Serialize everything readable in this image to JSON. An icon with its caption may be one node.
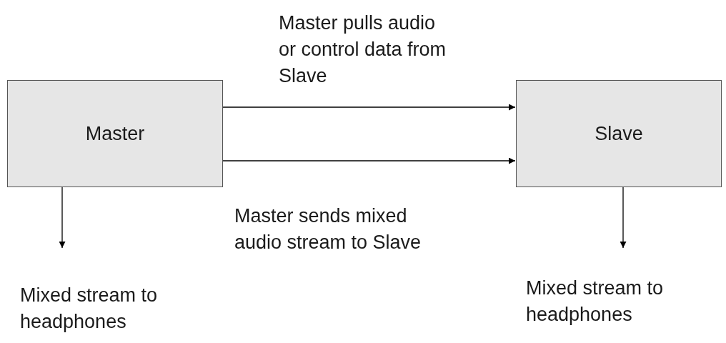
{
  "diagram": {
    "nodes": [
      {
        "text": [
          "Master"
        ]
      },
      {
        "text": [
          "Slave"
        ]
      },
      {
        "text": [
          "Mixed stream to headphones"
        ]
      },
      {
        "text": [
          "Mixed stream to headphones"
        ]
      }
    ],
    "edges": [
      {
        "from": 0,
        "to": 1,
        "arrow": "to",
        "label": "Master pulls audio or control data from Slave"
      },
      {
        "from": 0,
        "to": 1,
        "arrow": "to",
        "label": "Master sends mixed audio stream to Slave"
      },
      {
        "from": 0,
        "to": 2,
        "arrow": "to"
      },
      {
        "from": 1,
        "to": 3,
        "arrow": "to"
      }
    ]
  }
}
